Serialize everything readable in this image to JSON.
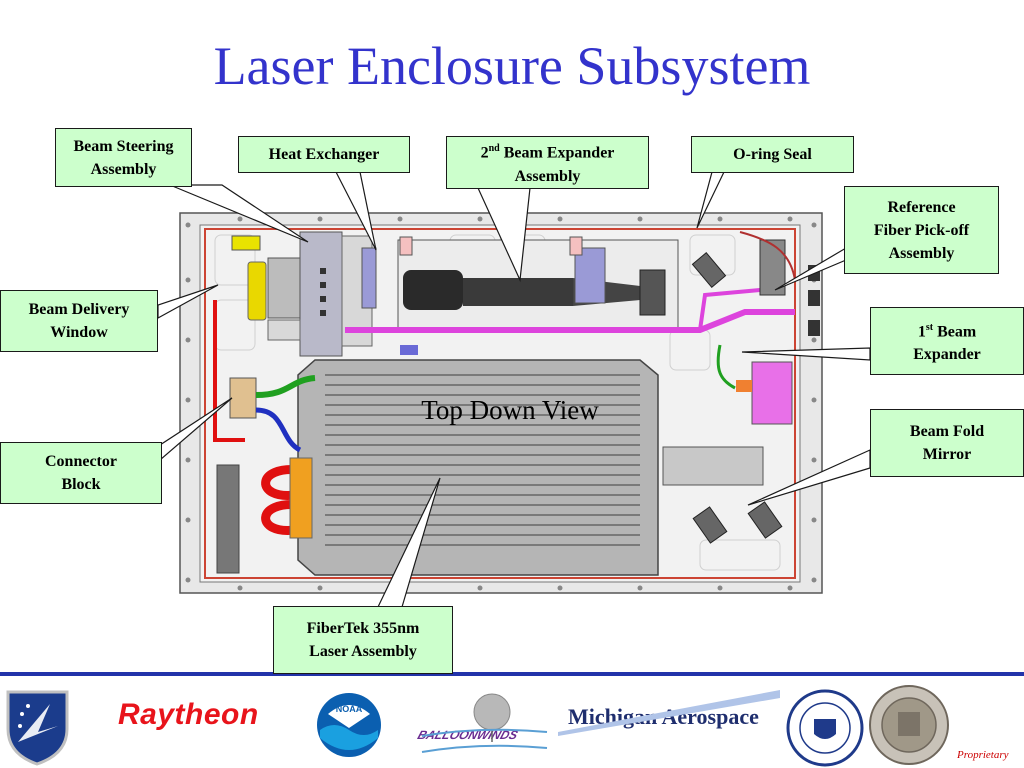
{
  "title": "Laser Enclosure Subsystem",
  "view_label": "Top Down View",
  "callouts": {
    "beam_steering": [
      "Beam Steering",
      "Assembly"
    ],
    "heat_exchanger": [
      "Heat Exchanger"
    ],
    "beam_expander_2": {
      "num": "2",
      "sup": "nd",
      "line1_rest": " Beam Expander",
      "line2": "Assembly"
    },
    "oring_seal": [
      "O-ring Seal"
    ],
    "reference_fiber": [
      "Reference",
      "Fiber Pick-off",
      "Assembly"
    ],
    "beam_delivery": [
      "Beam Delivery",
      "Window"
    ],
    "beam_expander_1": {
      "num": "1",
      "sup": "st",
      "line1_rest": " Beam",
      "line2": "Expander"
    },
    "beam_fold": [
      "Beam Fold",
      "Mirror"
    ],
    "connector_block": [
      "Connector",
      "Block"
    ],
    "fibertek": [
      "FiberTek 355nm",
      "Laser Assembly"
    ]
  },
  "footer": {
    "raytheon": "Raytheon",
    "noaa": "NOAA",
    "balloonwinds": "BALLOONWINDS",
    "michigan": "Michigan Aerospace",
    "proprietary": "Proprietary"
  },
  "colors": {
    "title": "#3333cc",
    "callout_fill": "#ccffcc",
    "footer_line": "#2233aa",
    "raytheon": "#e8141b",
    "beam_path": "#dd44dd"
  },
  "icons": {
    "afrl": "afrl-shield-icon",
    "noaa": "noaa-logo-icon",
    "balloon": "balloon-icon",
    "unh": "unh-seal-icon",
    "uh": "uh-seal-icon"
  }
}
